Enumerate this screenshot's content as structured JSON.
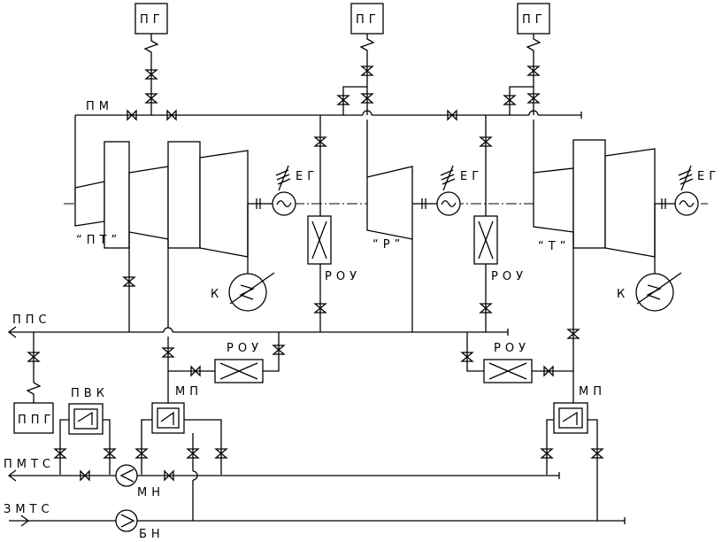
{
  "labels": {
    "pg1": "ПГ",
    "pg2": "ПГ",
    "pg3": "ПГ",
    "pm": "ПМ",
    "eg1": "ЕГ",
    "eg2": "ЕГ",
    "eg3": "ЕГ",
    "turbine_pt": "“ПТ”",
    "turbine_r": "“Р”",
    "turbine_t": "“Т”",
    "k1": "К",
    "k2": "К",
    "rou1": "РОУ",
    "rou2": "РОУ",
    "rou3": "РОУ",
    "rou4": "РОУ",
    "pps": "ППС",
    "ppg": "ППГ",
    "pvk": "ПВК",
    "mp1": "МП",
    "mp2": "МП",
    "pmts": "ПМТС",
    "mn": "МН",
    "zmts": "ЗМТС",
    "bn": "БН"
  }
}
